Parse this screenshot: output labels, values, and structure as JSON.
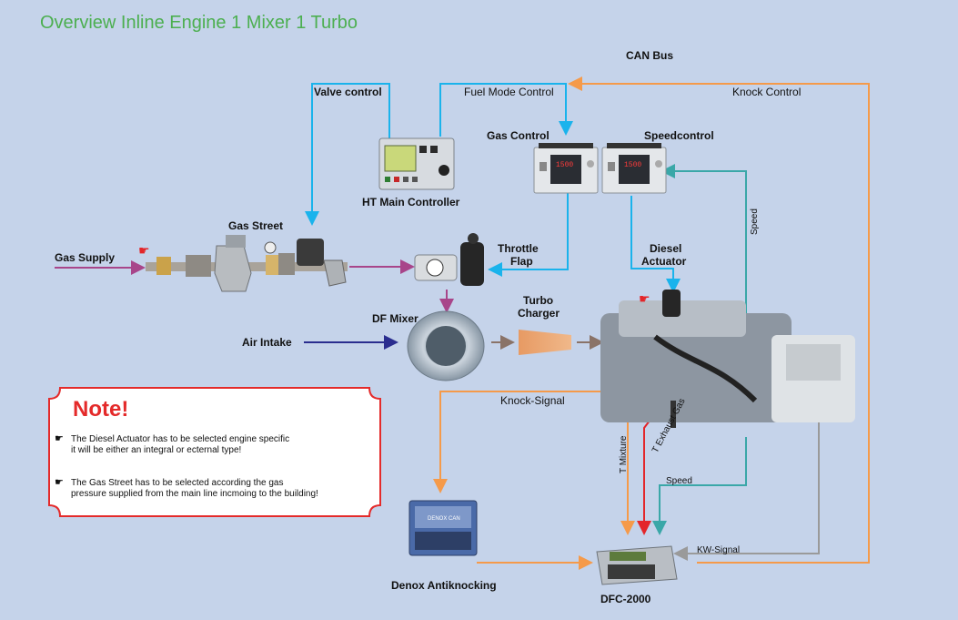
{
  "title": "Overview Inline Engine 1 Mixer 1 Turbo",
  "labels": {
    "can_bus": "CAN Bus",
    "valve_control": "Valve control",
    "fuel_mode_control": "Fuel Mode Control",
    "knock_control": "Knock Control",
    "gas_control": "Gas Control",
    "speedcontrol": "Speedcontrol",
    "ht_main_controller": "HT Main Controller",
    "gas_street": "Gas Street",
    "gas_supply": "Gas Supply",
    "throttle": "Throttle",
    "flap": "Flap",
    "diesel": "Diesel",
    "actuator": "Actuator",
    "speed_vertical": "Speed",
    "turbo": "Turbo",
    "charger": "Charger",
    "df_mixer": "DF Mixer",
    "air_intake": "Air Intake",
    "knock_signal": "Knock-Signal",
    "t_mixture": "T Mixture",
    "t_exhaust_gas": "T Exhaust Gas",
    "speed": "Speed",
    "kw_signal": "KW-Signal",
    "denox": "Denox Antiknocking",
    "dfc": "DFC-2000",
    "panel_display": "1500",
    "denox_brand": "DENOX CAN"
  },
  "note": {
    "title": "Note!",
    "line1a": "The Diesel Actuator has to be selected engine specific",
    "line1b": "it will be either an integral or ecternal type!",
    "line2a": "The Gas Street has to be selected according the gas",
    "line2b": "pressure supplied from the main line incmoing to the building!"
  },
  "colors": {
    "background": "#c5d3ea",
    "title": "#4caf50",
    "control_blue": "#1ab3ec",
    "knock_orange": "#f59a4a",
    "gas_purple": "#a8458a",
    "air_navy": "#2a2d8f",
    "flow_brown": "#8a7368",
    "exhaust_red": "#e3262a",
    "speed_teal": "#3aa7a8",
    "kw_gray": "#9a9a9a",
    "note_red": "#e42a2a"
  }
}
